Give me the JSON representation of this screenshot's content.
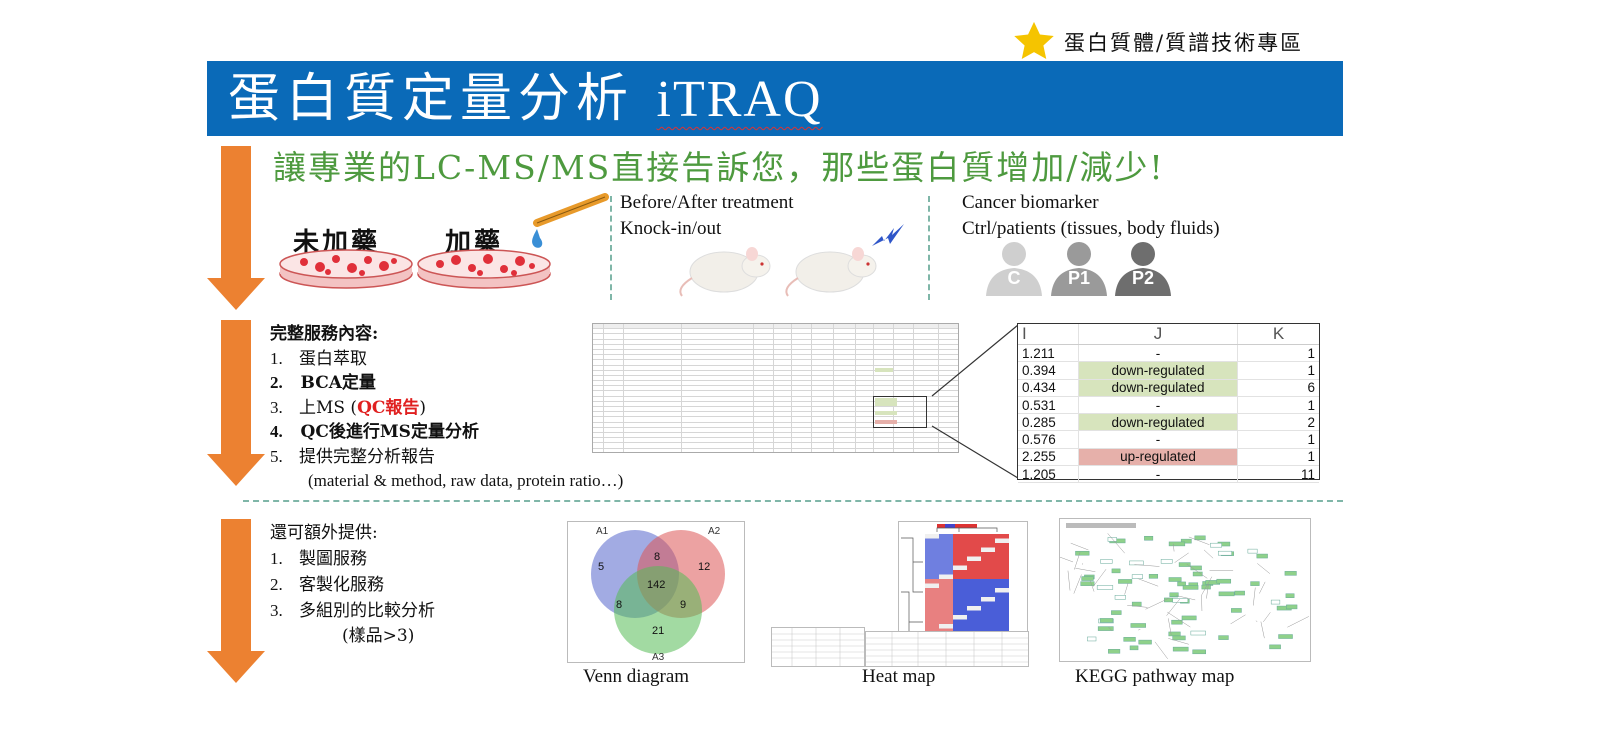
{
  "header": {
    "tag_label": "蛋白質體/質譜技術專區",
    "title_zh": "蛋白質定量分析 ",
    "title_en": "iTRAQ"
  },
  "subtitle": "讓專業的LC-MS/MS直接告訴您，那些蛋白質增加/減少!",
  "samples": {
    "no_drug_label": "未加藥",
    "drug_label": "加藥",
    "treatment_lines": [
      "Before/After treatment",
      "Knock-in/out"
    ],
    "biomarker_lines": [
      "Cancer biomarker",
      "Ctrl/patients (tissues, body fluids)"
    ],
    "patients": [
      "C",
      "P1",
      "P2"
    ]
  },
  "services": {
    "heading": "完整服務內容:",
    "items": [
      {
        "num": "1.",
        "text": "蛋白萃取"
      },
      {
        "num": "2.",
        "text": "BCA定量"
      },
      {
        "num": "3.",
        "text": "上MS (",
        "highlight": "QC報告",
        "tail": ")"
      },
      {
        "num": "4.",
        "text": "QC後進行MS定量分析"
      },
      {
        "num": "5.",
        "text": "提供完整分析報告"
      }
    ],
    "note": "(material & method, raw data, protein ratio…)"
  },
  "zoom_table": {
    "headers": [
      "I",
      "J",
      "K"
    ],
    "rows": [
      {
        "i": "1.211",
        "j": "-",
        "k": "1",
        "status": "none"
      },
      {
        "i": "0.394",
        "j": "down-regulated",
        "k": "1",
        "status": "down"
      },
      {
        "i": "0.434",
        "j": "down-regulated",
        "k": "6",
        "status": "down"
      },
      {
        "i": "0.531",
        "j": "-",
        "k": "1",
        "status": "none"
      },
      {
        "i": "0.285",
        "j": "down-regulated",
        "k": "2",
        "status": "down"
      },
      {
        "i": "0.576",
        "j": "-",
        "k": "1",
        "status": "none"
      },
      {
        "i": "2.255",
        "j": "up-regulated",
        "k": "1",
        "status": "up"
      },
      {
        "i": "1.205",
        "j": "-",
        "k": "11",
        "status": "none"
      }
    ]
  },
  "extras": {
    "heading": "還可額外提供:",
    "items": [
      {
        "num": "1.",
        "text": "製圖服務"
      },
      {
        "num": "2.",
        "text": "客製化服務"
      },
      {
        "num": "3.",
        "text": "多組別的比較分析"
      }
    ],
    "note": "(樣品>3)"
  },
  "venn": {
    "sets": [
      "A1",
      "A2",
      "A3"
    ],
    "values": {
      "a1_only": "5",
      "a2_only": "12",
      "a3_only": "21",
      "a1_a2": "8",
      "a1_a3": "8",
      "a2_a3": "9",
      "all": "142"
    },
    "colors": {
      "a1": "#5566cc",
      "a2": "#dd5555",
      "a3": "#55bb55"
    }
  },
  "figures": {
    "venn_caption": "Venn diagram",
    "heatmap_caption": "Heat map",
    "kegg_caption": "KEGG pathway map"
  },
  "colors": {
    "banner": "#0a6ab8",
    "arrow": "#ec8131",
    "subtitle": "#4e9a3f",
    "down": "#d7e4bd",
    "up": "#e6b0aa"
  }
}
